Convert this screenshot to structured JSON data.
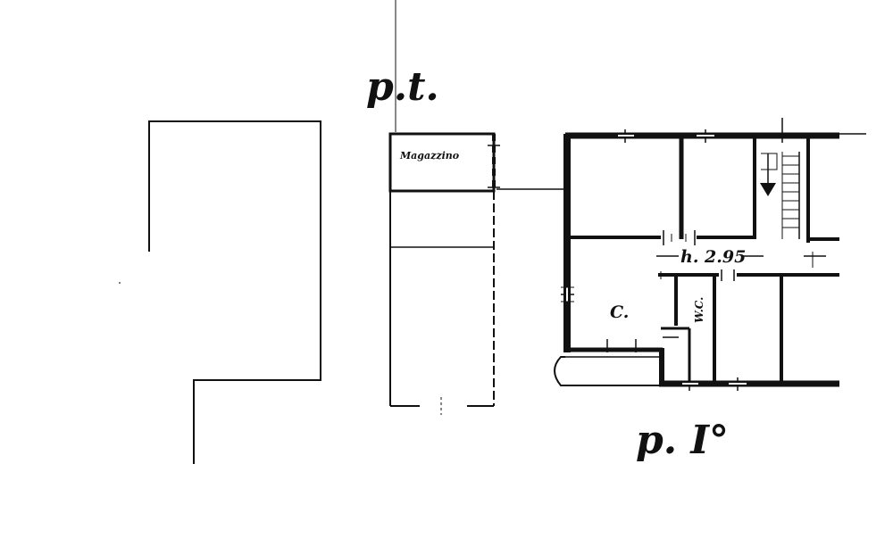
{
  "labels": {
    "ground_floor": "p.t.",
    "first_floor": "p. I°",
    "storage_room": "Magazzino",
    "ceiling_height": "h. 2.95",
    "kitchen": "C.",
    "toilet": "W.C."
  },
  "colors": {
    "ink": "#111111",
    "paper": "#ffffff"
  }
}
